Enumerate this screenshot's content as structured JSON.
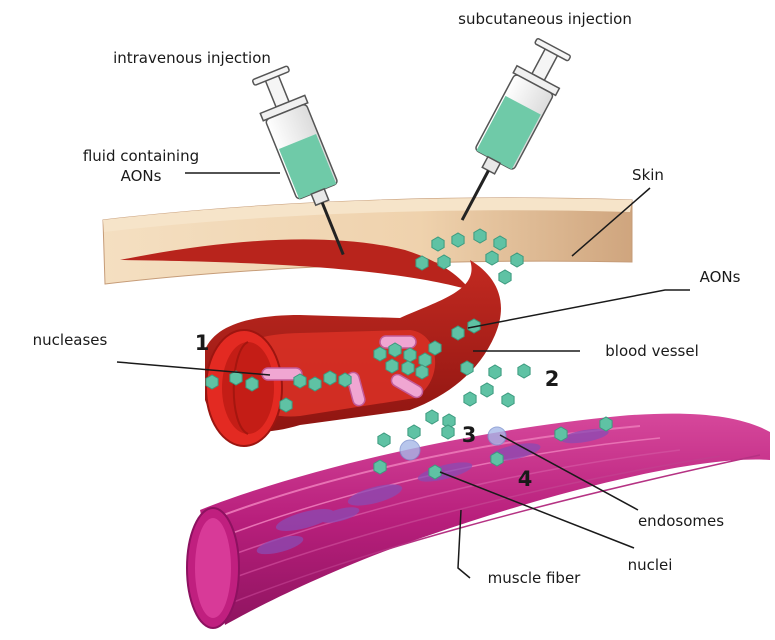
{
  "labels": {
    "intravenous": "intravenous injection",
    "subcutaneous": "subcutaneous injection",
    "fluid_line1": "fluid containing",
    "fluid_line2": "AONs",
    "skin": "Skin",
    "aons": "AONs",
    "nucleases": "nucleases",
    "blood_vessel": "blood vessel",
    "endosomes": "endosomes",
    "nuclei": "nuclei",
    "muscle_fiber": "muscle fiber"
  },
  "steps": [
    "1",
    "2",
    "3",
    "4"
  ],
  "colors": {
    "skin": "#f1d6b4",
    "vessel_outer": "#b3221c",
    "vessel_inner": "#d92b21",
    "muscle": "#b51c7a",
    "muscle_light": "#d9479a",
    "aon": "#5fc2a4",
    "syringe_fluid": "#6fcaa8"
  },
  "icons": [
    "syringe-icon",
    "syringe-icon",
    "aon-particle-icon",
    "nuclease-icon",
    "endosome-icon"
  ]
}
